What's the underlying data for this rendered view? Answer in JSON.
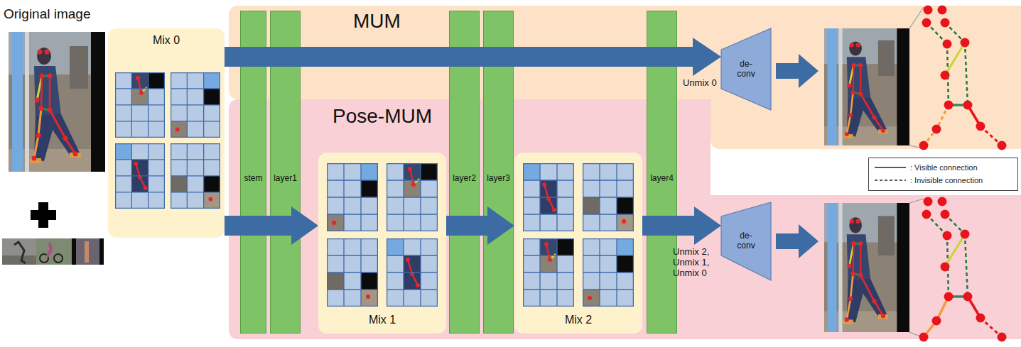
{
  "diagram": {
    "nodes": [
      {
        "text": [
          "Mix 0"
        ]
      },
      {
        "text": [
          "MUM"
        ]
      },
      {
        "text": [
          "Pose-MUM"
        ]
      },
      {
        "text": [
          "stem"
        ]
      },
      {
        "text": [
          "layer1"
        ]
      },
      {
        "text": [
          "Mix 1"
        ],
        "in": 2
      },
      {
        "text": [
          "layer2"
        ]
      },
      {
        "text": [
          "layer3"
        ]
      },
      {
        "text": [
          "Mix 2"
        ],
        "in": 2
      },
      {
        "text": [
          "layer4"
        ]
      },
      {
        "text": [
          "de- conv"
        ],
        "in": 1
      },
      {
        "text": [
          "de- conv"
        ],
        "in": 2
      }
    ],
    "edges": [
      {
        "from": 0,
        "to": 10,
        "arrow": "to",
        "label": "Unmix 0"
      },
      {
        "from": 0,
        "to": 5,
        "arrow": "to"
      },
      {
        "from": 5,
        "to": 8,
        "arrow": "to"
      },
      {
        "from": 8,
        "to": 11,
        "arrow": "to",
        "label": "Unmix 2, Unmix 1, Unmix 0"
      }
    ],
    "labels": [
      "Original image"
    ],
    "legend": [
      {
        "text": ": Visible connection"
      },
      {
        "text": ": Invisible connection"
      }
    ]
  }
}
